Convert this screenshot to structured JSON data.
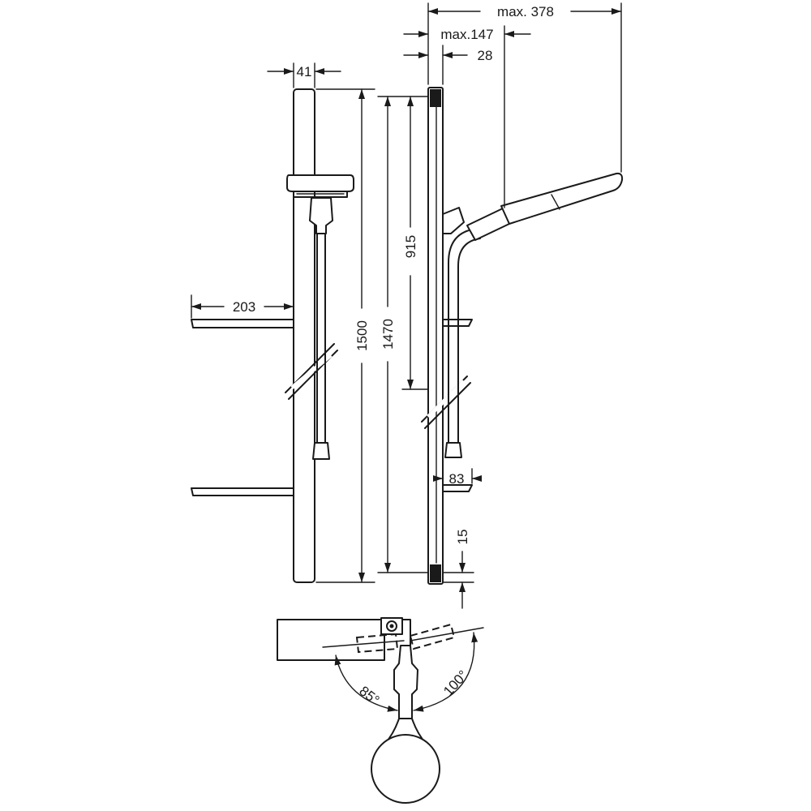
{
  "dimensions": {
    "max_reach": "max. 378",
    "max_head_offset": "max.147",
    "bar_depth": "28",
    "bar_width": "41",
    "shelf_length": "203",
    "total_height": "1500",
    "rail_height": "1470",
    "slider_travel": "915",
    "shelf_depth": "83",
    "bottom_offset": "15",
    "rotation_left": "85°",
    "rotation_right": "100°"
  }
}
